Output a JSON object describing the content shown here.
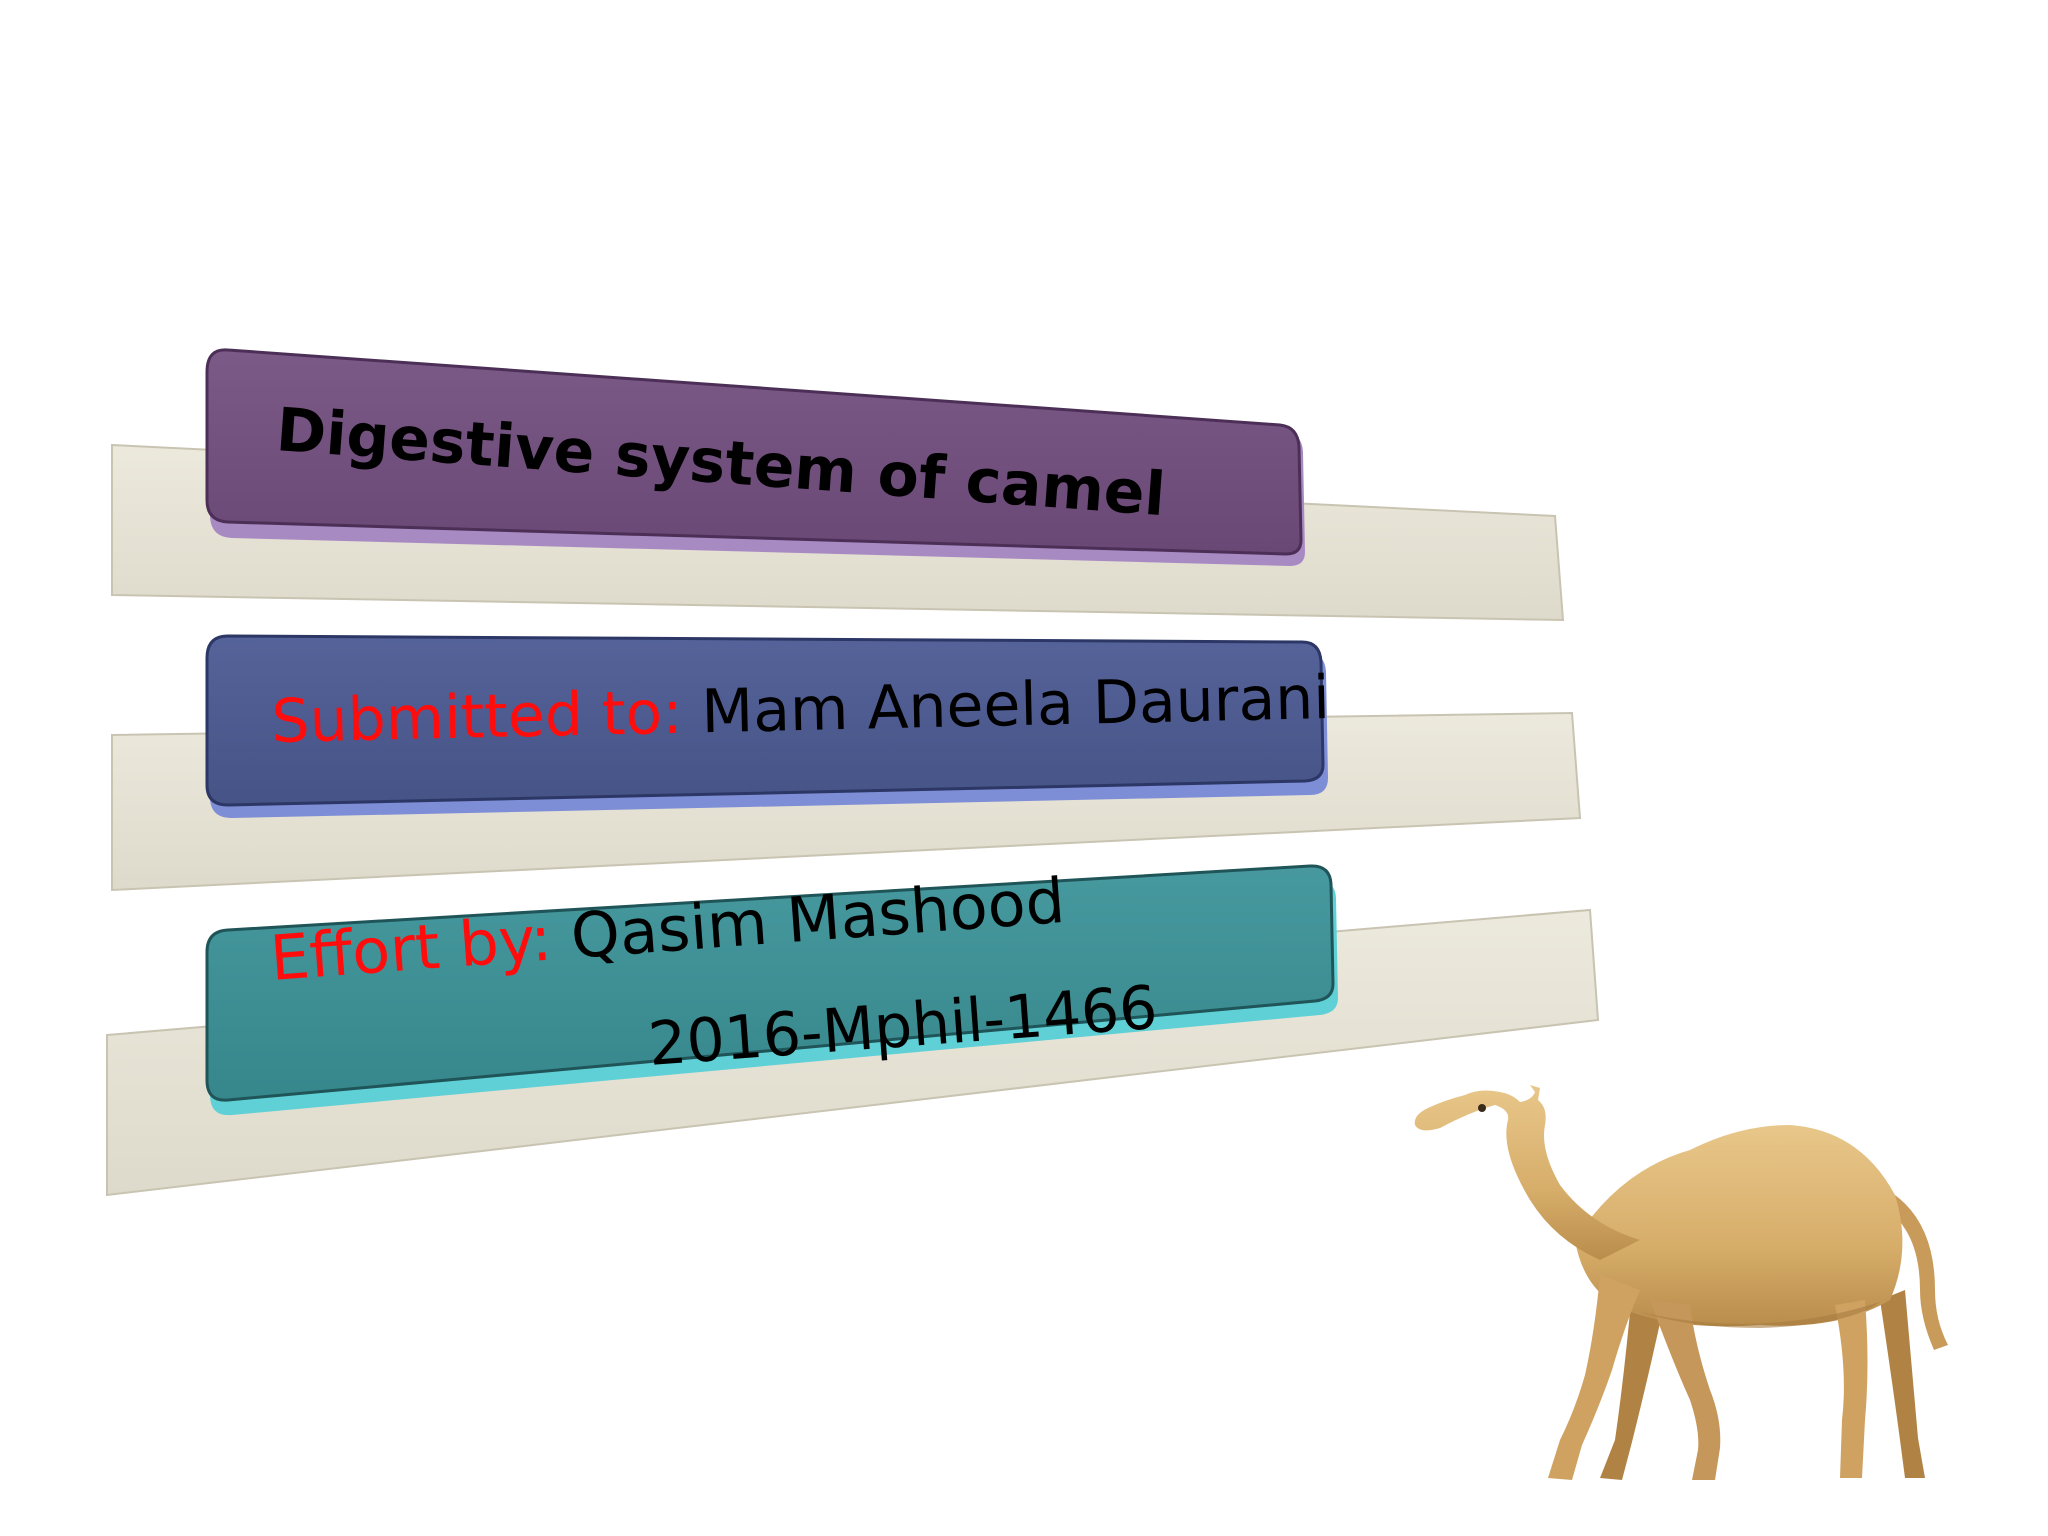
{
  "slide": {
    "title": "Digestive system of camel",
    "submitted": {
      "label": "Submitted to:",
      "name": "Mam Aneela Daurani"
    },
    "effort": {
      "label": "Effort by:",
      "name": "Qasim Mashood",
      "roll": "2016-Mphil-1466"
    }
  },
  "colors": {
    "title_bar": "#73507e",
    "submitted_bar": "#4d5a8f",
    "effort_bar": "#3e9196",
    "back_panel": "#e6e2d4",
    "label_red": "#ff0d0d"
  },
  "illustration": "camel-image"
}
